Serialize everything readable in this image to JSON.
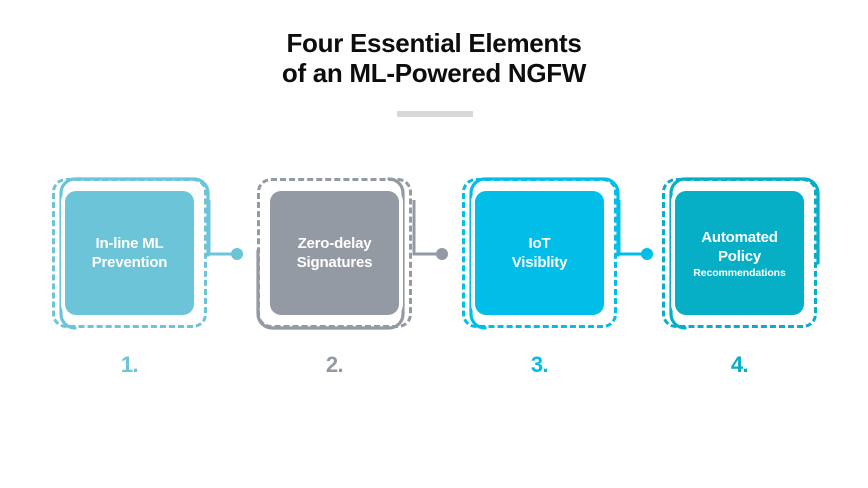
{
  "header": {
    "title_line1": "Four Essential Elements",
    "title_line2": "of an ML-Powered NGFW"
  },
  "colors": {
    "card1": "#6CC4D8",
    "card2": "#949AA3",
    "card3": "#00BEE8",
    "card4": "#06AFC6",
    "title": "#0d0d0d",
    "divider": "#d8d8d8"
  },
  "cards": [
    {
      "label": "In-line ML Prevention",
      "line1": "In-line ML",
      "line2": "Prevention",
      "sub": "",
      "number": "1.",
      "color": "#6CC4D8"
    },
    {
      "label": "Zero-delay Signatures",
      "line1": "Zero-delay",
      "line2": "Signatures",
      "sub": "",
      "number": "2.",
      "color": "#949AA3"
    },
    {
      "label": "IoT Visiblity",
      "line1": "IoT",
      "line2": "Visiblity",
      "sub": "",
      "number": "3.",
      "color": "#00BEE8"
    },
    {
      "label": "Automated Policy Recommendations",
      "line1": "Automated",
      "line2": "Policy",
      "sub": "Recommendations",
      "number": "4.",
      "color": "#06AFC6"
    }
  ]
}
